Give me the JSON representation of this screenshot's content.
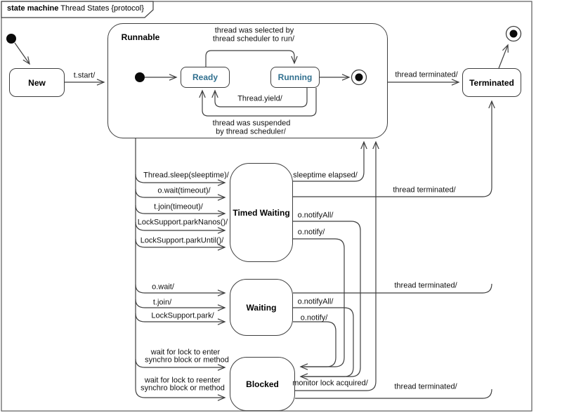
{
  "title": {
    "keyword": "state machine",
    "name": " Thread States {protocol}"
  },
  "colors": {
    "line": "#3f3f3f",
    "state_border": "#3f3f3f",
    "state_name": "#000000",
    "substate_name": "#31708f",
    "background": "#ffffff"
  },
  "states": {
    "new": "New",
    "runnable": "Runnable",
    "ready": "Ready",
    "running": "Running",
    "terminated": "Terminated",
    "timed_waiting": "Timed Waiting",
    "waiting": "Waiting",
    "blocked": "Blocked"
  },
  "labels": {
    "t_start": "t.start/",
    "selected_line1": "thread was selected by",
    "selected_line2": "thread scheduler to run/",
    "yield": "Thread.yield/",
    "suspended_line1": "thread was suspended",
    "suspended_line2": "by thread scheduler/",
    "terminated_from_runnable": "thread terminated/",
    "sleep": "Thread.sleep(sleeptime)/",
    "wait_timeout": "o.wait(timeout)/",
    "join_timeout": "t.join(timeout)/",
    "park_nanos": "LockSupport.parkNanos()/",
    "park_until": "LockSupport.parkUntil()/",
    "sleeptime_elapsed": "sleeptime elapsed/",
    "terminated_from_timed_waiting": "thread terminated/",
    "tw_notify_all": "o.notifyAll/",
    "tw_notify": "o.notify/",
    "wait": "o.wait/",
    "join": "t.join/",
    "park": "LockSupport.park/",
    "w_notify_all": "o.notifyAll/",
    "w_notify": "o.notify/",
    "terminated_from_waiting": "thread terminated/",
    "enter_line1": "wait for lock to enter",
    "enter_line2": "synchro block or method",
    "reenter_line1": "wait for lock to reenter",
    "reenter_line2": "synchro block or method",
    "monitor_lock": "monitor lock acquired/",
    "terminated_from_blocked": "thread terminated/"
  }
}
